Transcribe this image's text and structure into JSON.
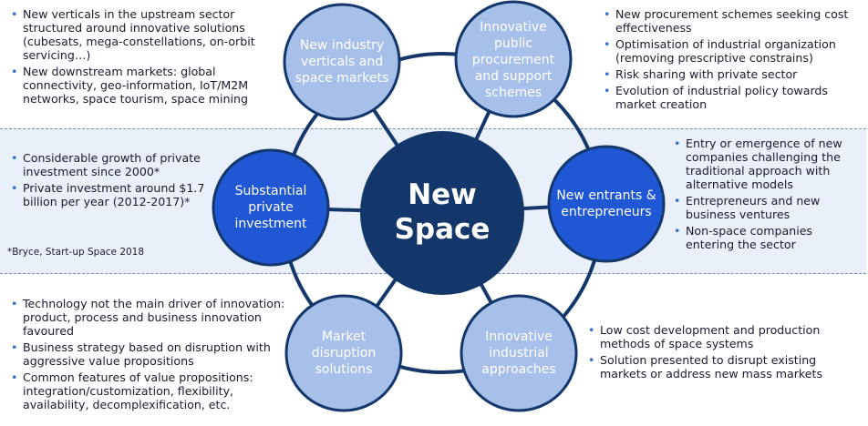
{
  "center": {
    "line1": "New",
    "line2": "Space"
  },
  "nodes": [
    {
      "id": "new-industry",
      "label": "New industry verticals and space markets"
    },
    {
      "id": "innovative-procurement",
      "label": "Innovative public procurement and support schemes"
    },
    {
      "id": "new-entrants",
      "label": "New entrants & entrepreneurs"
    },
    {
      "id": "industrial-approaches",
      "label": "Innovative industrial approaches"
    },
    {
      "id": "market-disruption",
      "label": "Market disruption solutions"
    },
    {
      "id": "private-investment",
      "label": "Substantial private investment"
    }
  ],
  "bullets": {
    "top_left": [
      "New verticals in the upstream sector structured around innovative solutions (cubesats, mega-constellations, on-orbit servicing…)",
      "New downstream markets: global connectivity, geo-information, IoT/M2M networks, space tourism, space mining"
    ],
    "top_right": [
      "New procurement schemes seeking cost effectiveness",
      "Optimisation of industrial organization (removing prescriptive constrains)",
      "Risk sharing with private sector",
      "Evolution of industrial policy towards market creation"
    ],
    "middle_left": [
      "Considerable growth of private investment since 2000*",
      "Private investment around $1.7 billion per year (2012-2017)*"
    ],
    "middle_right": [
      "Entry or emergence of new companies challenging the traditional approach with alternative models",
      "Entrepreneurs and new business ventures",
      "Non-space companies entering the sector"
    ],
    "bottom_left": [
      "Technology not the main driver of innovation: product, process and business innovation favoured",
      "Business strategy based on disruption with aggressive value propositions",
      "Common features of value propositions: integration/customization, flexibility, availability, decomplexification, etc."
    ],
    "bottom_right": [
      "Low cost development and production methods of space systems",
      "Solution presented to disrupt existing markets or address new mass markets"
    ]
  },
  "footnote": "*Bryce, Start-up Space 2018",
  "colors": {
    "navy": "#13376b",
    "blue": "#1f57d4",
    "light": "#a7c0ea",
    "band": "#e9f0fa",
    "bullet": "#2c6fd1"
  }
}
